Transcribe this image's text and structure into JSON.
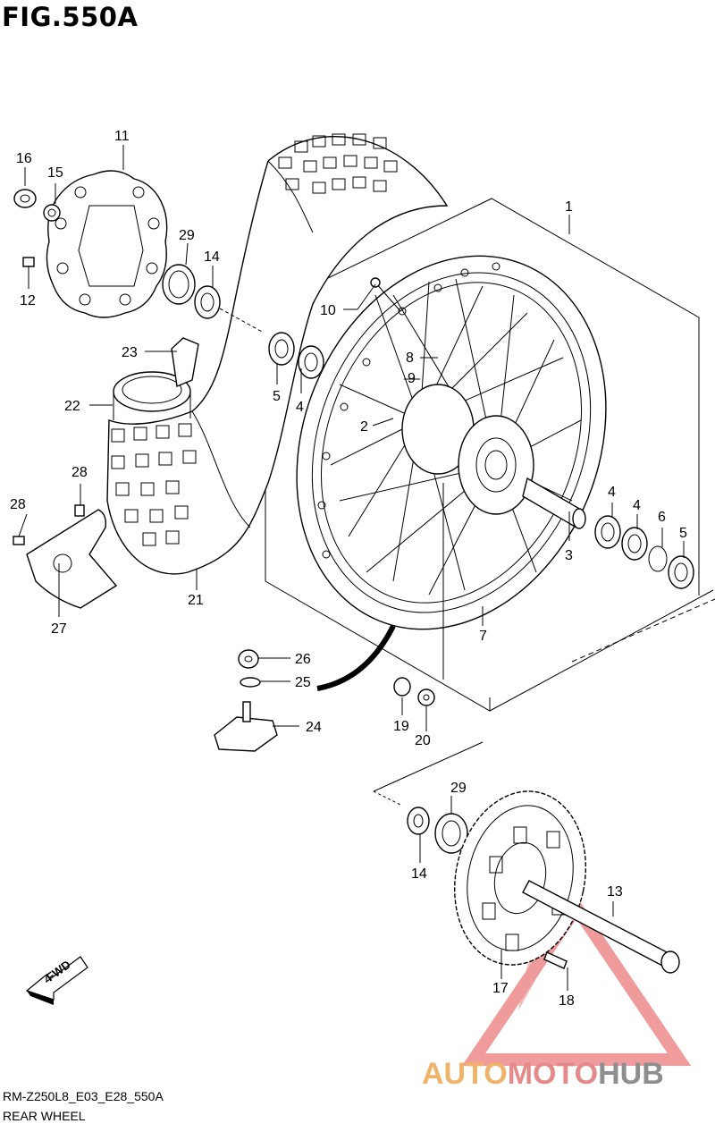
{
  "figure": {
    "title": "FIG.550A",
    "code": "RM-Z250L8_E03_E28_550A",
    "name": "REAR WHEEL"
  },
  "direction_badge": {
    "label": "FWD"
  },
  "callouts": {
    "p1": "1",
    "p2": "2",
    "p3": "3",
    "p4a": "4",
    "p4b": "4",
    "p4c": "4",
    "p5a": "5",
    "p5b": "5",
    "p6": "6",
    "p7": "7",
    "p8": "8",
    "p9": "9",
    "p10": "10",
    "p11": "11",
    "p12": "12",
    "p13": "13",
    "p14a": "14",
    "p14b": "14",
    "p15": "15",
    "p16": "16",
    "p17": "17",
    "p18": "18",
    "p19": "19",
    "p20": "20",
    "p21": "21",
    "p22": "22",
    "p23": "23",
    "p24": "24",
    "p25": "25",
    "p26": "26",
    "p27": "27",
    "p28a": "28",
    "p28b": "28",
    "p29a": "29",
    "p29b": "29"
  },
  "watermark": {
    "part1": "AUTO",
    "part2": "MOTO",
    "part3": "HUB"
  },
  "colors": {
    "watermark_red": "#e34b4b",
    "watermark_orange": "#f0b36a",
    "watermark_grey": "#8e8e8e"
  }
}
